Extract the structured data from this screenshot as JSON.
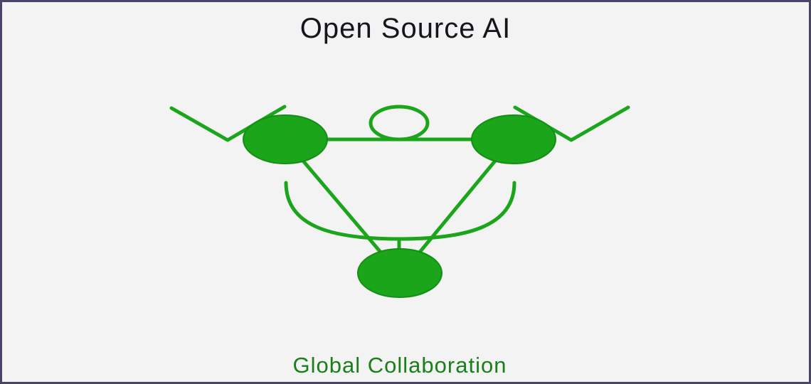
{
  "header": {
    "title": "Open Source AI"
  },
  "footer": {
    "caption": "Global Collaboration"
  },
  "graphic": {
    "icon": "network-collaboration-icon",
    "accent_color": "#1aa51a",
    "nodes": [
      "left-node",
      "right-node",
      "bottom-node"
    ]
  },
  "colors": {
    "background": "#f3f3f4",
    "border": "#4a4468",
    "title": "#15151c",
    "caption": "#1a7f1a"
  }
}
